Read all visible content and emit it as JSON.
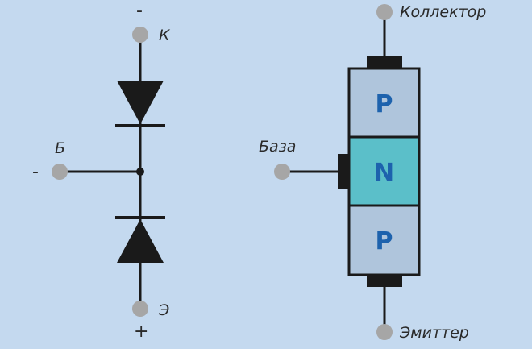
{
  "left_diagram": {
    "top_sign": "-",
    "cathode_label": "К",
    "base_label": "Б",
    "base_sign": "-",
    "emitter_label": "Э",
    "bottom_sign": "+"
  },
  "right_diagram": {
    "collector_label": "Коллектор",
    "base_label": "База",
    "emitter_label": "Эмиттер",
    "layers": [
      "P",
      "N",
      "P"
    ]
  },
  "colors": {
    "background": "#c4d9ef",
    "p_layer": "#afc5dc",
    "n_layer": "#5bbfc9",
    "terminal_dot": "#a6a6a6",
    "line": "#1a1a1a",
    "layer_letter": "#1d62ad"
  }
}
